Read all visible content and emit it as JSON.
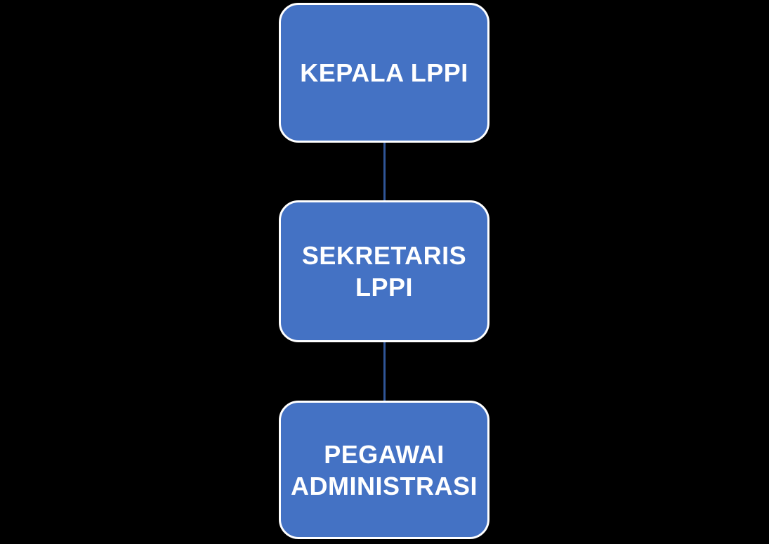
{
  "diagram": {
    "type": "org-chart",
    "orientation": "vertical",
    "background_color": "#000000",
    "node_fill_color": "#4472C4",
    "node_border_color": "#FFFFFF",
    "node_text_color": "#FFFFFF",
    "connector_color": "#2F5597",
    "nodes": [
      {
        "id": "kepala-lppi",
        "label": "KEPALA LPPI",
        "level": 1
      },
      {
        "id": "sekretaris-lppi",
        "label": "SEKRETARIS LPPI",
        "level": 2
      },
      {
        "id": "pegawai-administrasi",
        "label": "PEGAWAI ADMINISTRASI",
        "level": 3
      }
    ],
    "connections": [
      {
        "from": "kepala-lppi",
        "to": "sekretaris-lppi"
      },
      {
        "from": "sekretaris-lppi",
        "to": "pegawai-administrasi"
      }
    ]
  }
}
